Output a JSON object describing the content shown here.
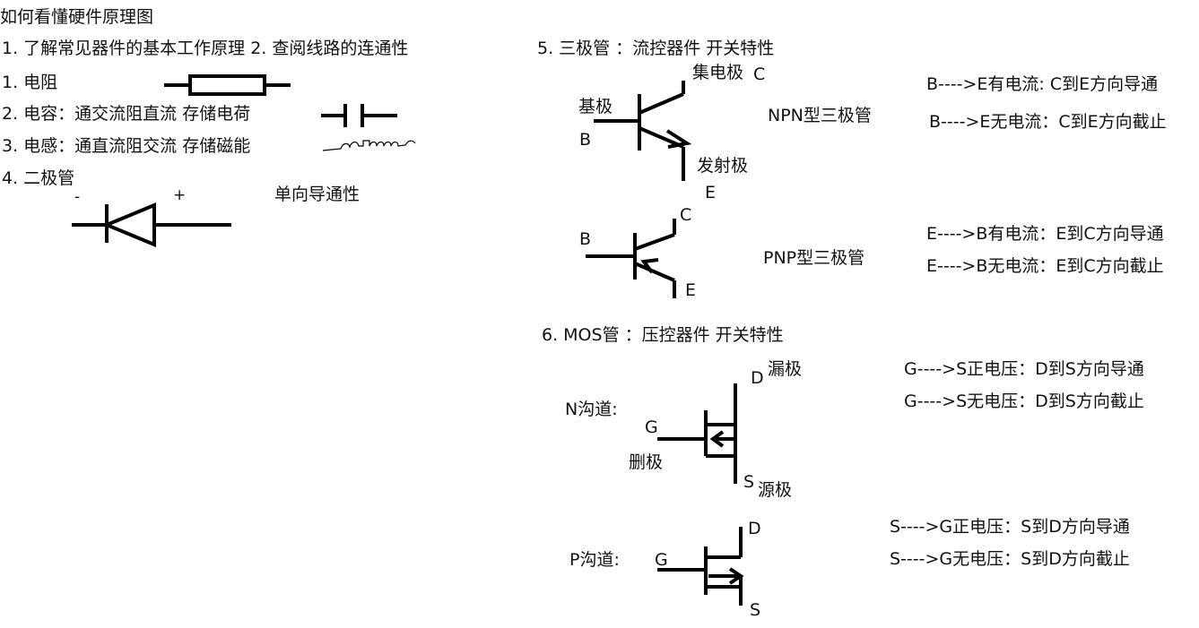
{
  "title": "如何看懂硬件原理图",
  "intro": "1.  了解常见器件的基本工作原理  2. 查阅线路的连通性",
  "left": {
    "resistor_label": "1. 电阻",
    "capacitor_label": "2. 电容：通交流阻直流 存储电荷",
    "inductor_label": "3. 电感：通直流阻交流 存储磁能",
    "diode_label": "4. 二极管",
    "diode_minus": "-",
    "diode_plus": "+",
    "diode_desc": "单向导通性"
  },
  "transistor": {
    "heading": "5. 三极管 ：流控器件  开关特性",
    "npn": {
      "collector_label": "集电极",
      "c": "C",
      "base_label": "基极",
      "b": "B",
      "emitter_label": "发射极",
      "e": "E",
      "type_label": "NPN型三极管",
      "rule_on": "B---->E有电流: C到E方向导通",
      "rule_off": "B---->E无电流：C到E方向截止"
    },
    "pnp": {
      "c": "C",
      "b": "B",
      "e": "E",
      "type_label": "PNP型三极管",
      "rule_on": "E---->B有电流：E到C方向导通",
      "rule_off": "E---->B无电流：E到C方向截止"
    }
  },
  "mos": {
    "heading": "6. MOS管 ：压控器件   开关特性",
    "n": {
      "channel_label": "N沟道:",
      "d": "D",
      "drain_label": "漏极",
      "g": "G",
      "gate_label": "删极",
      "s": "S",
      "source_label": "源极",
      "rule_on": "G---->S正电压：D到S方向导通",
      "rule_off": "G---->S无电压：D到S方向截止"
    },
    "p": {
      "channel_label": "P沟道:",
      "d": "D",
      "g": "G",
      "s": "S",
      "rule_on": "S---->G正电压：S到D方向导通",
      "rule_off": "S---->G无电压：S到D方向截止"
    }
  }
}
